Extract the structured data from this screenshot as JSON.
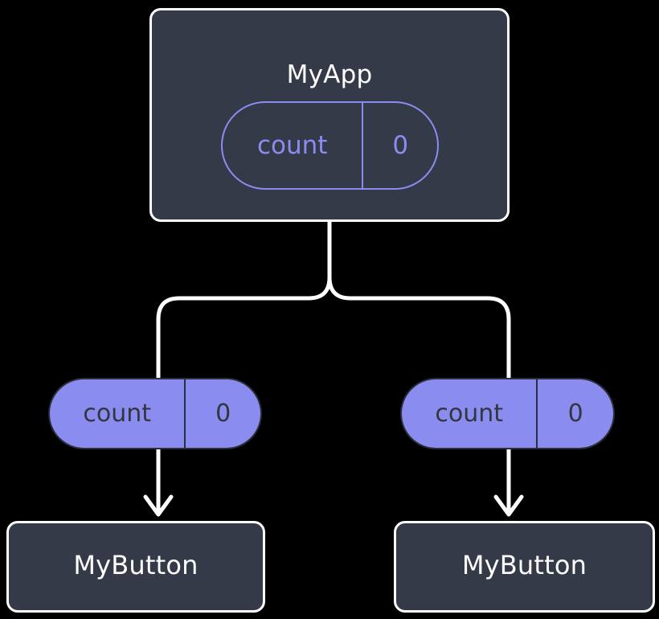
{
  "diagram": {
    "title_semantic": "react-component-state-props-tree",
    "background_color": "#000000",
    "colors": {
      "box_fill": "#343a47",
      "box_border": "#fdfdfd",
      "accent_purple": "#8b8cf0",
      "pill_text_dark": "#32363f",
      "connector": "#ffffff",
      "title_text": "#ffffff"
    }
  },
  "root": {
    "component_label": "MyApp",
    "state_pill": {
      "key": "count",
      "value": "0",
      "style": "outline"
    }
  },
  "children": [
    {
      "prop_pill": {
        "key": "count",
        "value": "0",
        "style": "filled"
      },
      "component_label": "MyButton"
    },
    {
      "prop_pill": {
        "key": "count",
        "value": "0",
        "style": "filled"
      },
      "component_label": "MyButton"
    }
  ],
  "connectors": {
    "tree_branch_name": "root-to-children-branch",
    "arrow_left_name": "prop-arrow-to-left-button",
    "arrow_right_name": "prop-arrow-to-right-button"
  }
}
